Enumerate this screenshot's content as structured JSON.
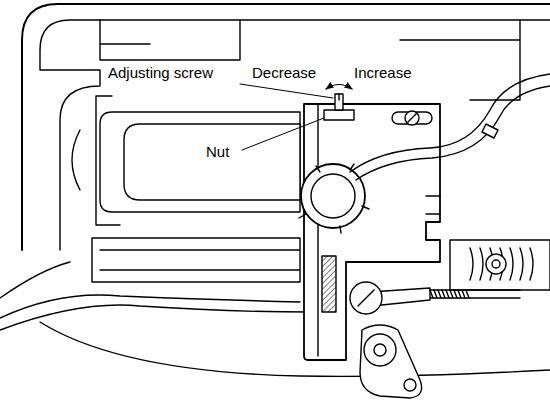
{
  "diagram": {
    "labels": [
      "Adjusting screw",
      "Decrease",
      "Increase",
      "Nut"
    ]
  }
}
